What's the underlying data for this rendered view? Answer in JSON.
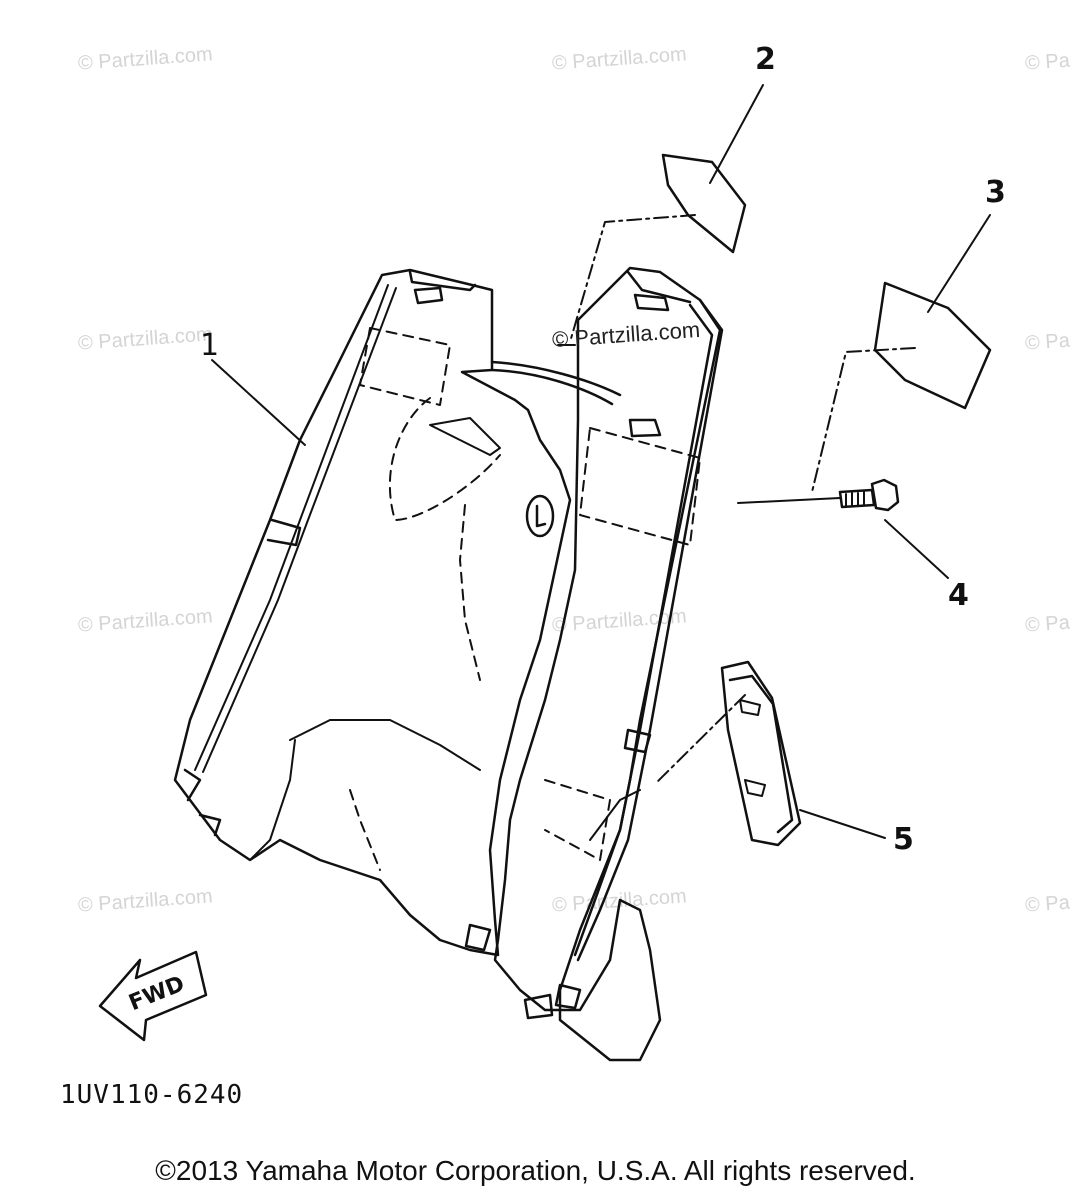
{
  "watermark": "© Partzilla.com",
  "center_watermark": "© Partzilla.com",
  "callouts": {
    "part1": "1",
    "part2": "2",
    "part3": "3",
    "part4": "4",
    "part5": "5"
  },
  "fwd_label": "FWD",
  "part_code": "1UV110-6240",
  "copyright": "©2013 Yamaha Motor Corporation, U.S.A. All rights reserved."
}
